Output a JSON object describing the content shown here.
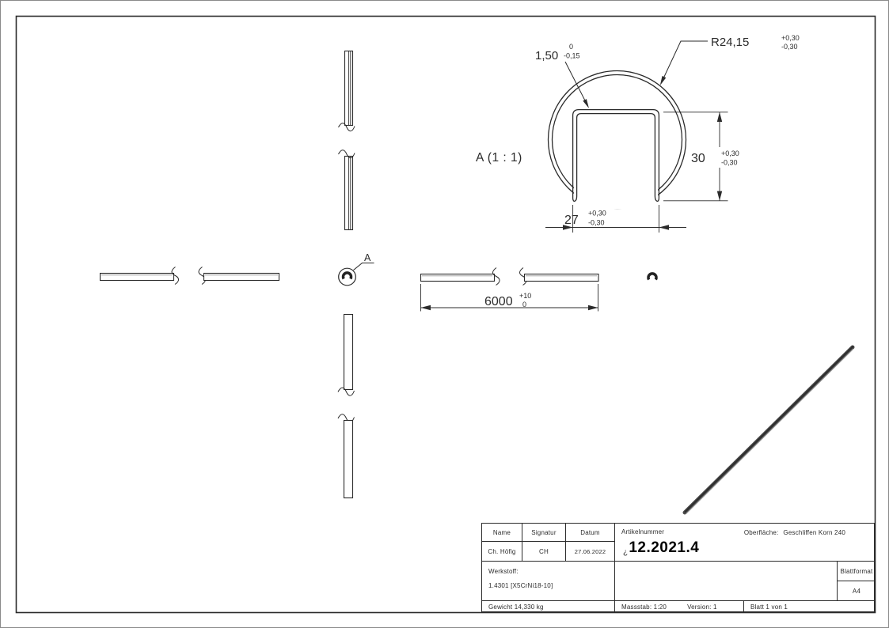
{
  "colors": {
    "line": "#2b2b2b",
    "highlight": "#9a9a9a",
    "rod": "#4a4a4a"
  },
  "detail_view": {
    "label": "A (1 : 1)",
    "dims": {
      "thickness": {
        "value": "1,50",
        "tol_up": "0",
        "tol_dn": "-0,15"
      },
      "radius": {
        "value": "R24,15",
        "tol_up": "+0,30",
        "tol_dn": "-0,30"
      },
      "height": {
        "value": "30",
        "tol_up": "+0,30",
        "tol_dn": "-0,30"
      },
      "width": {
        "value": "27",
        "tol_up": "+0,30",
        "tol_dn": "-0,30"
      }
    }
  },
  "length_dim": {
    "value": "6000",
    "tol_up": "+10",
    "tol_dn": "0"
  },
  "section_mark": "A",
  "title_block": {
    "name_label": "Name",
    "signatur_label": "Signatur",
    "datum_label": "Datum",
    "name": "Ch. Höfig",
    "signatur": "CH",
    "datum": "27.06.2022",
    "artikelnummer_label": "Artikelnummer",
    "artikelnummer_prefix": "¿",
    "artikelnummer": "12.2021.4",
    "oberflaeche_label": "Oberfläche:",
    "oberflaeche": "Geschliffen Korn 240",
    "werkstoff_label": "Werkstoff:",
    "werkstoff": "1.4301 [X5CrNi18-10]",
    "gewicht": "Gewicht 14,330 kg",
    "massstab": "Massstab: 1:20",
    "version": "Version: 1",
    "blatt": "Blatt 1 von 1",
    "blattformat_label": "Blattformat",
    "blattformat": "A4"
  }
}
